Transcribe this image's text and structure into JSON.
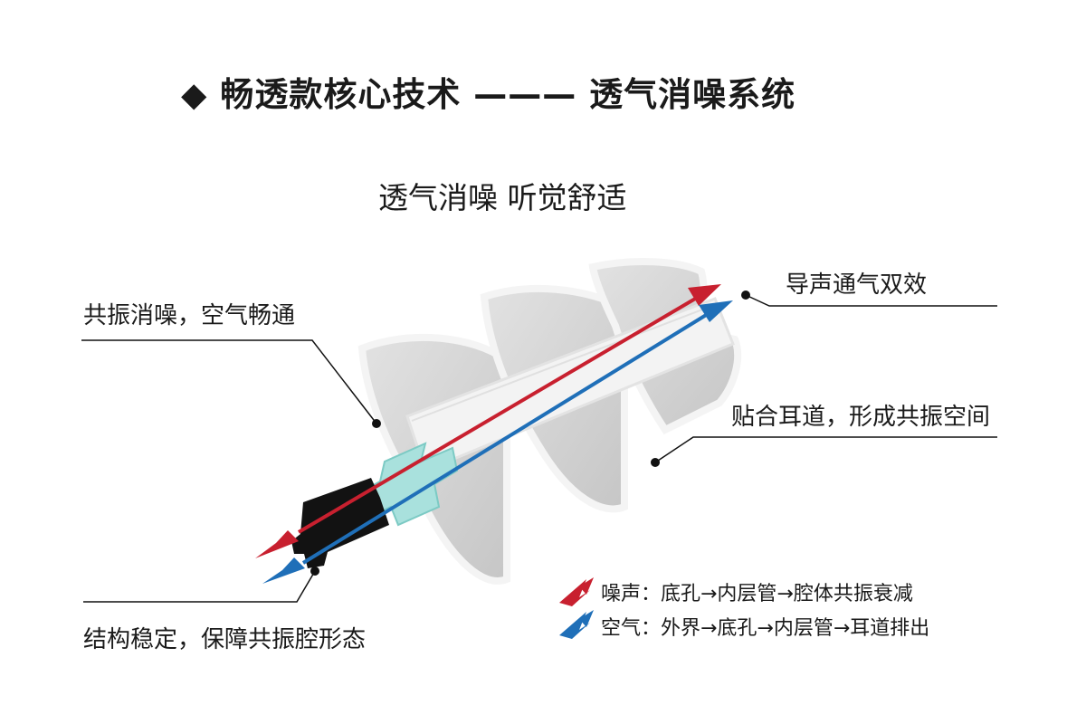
{
  "title": {
    "marker": "◆",
    "left": "畅透款核心技术",
    "dash": "———",
    "right": "透气消噪系统"
  },
  "subtitle": "透气消噪 听觉舒适",
  "labels": {
    "top_right": "导声通气双效",
    "top_left": "共振消噪，空气畅通",
    "mid_right": "贴合耳道，形成共振空间",
    "bottom_left": "结构稳定，保障共振腔形态"
  },
  "legend": {
    "noise": "噪声：底孔→内层管→腔体共振衰减",
    "air": "空气：外界→底孔→内层管→耳道排出"
  },
  "colors": {
    "noise_arrow": "#c8202f",
    "air_arrow": "#1f6fb8",
    "flange_fill": "#d8d8d8",
    "flange_edge": "#eeeeee",
    "stem": "#f2f2f2",
    "collar": "#a8e0dc",
    "base": "#111111"
  }
}
